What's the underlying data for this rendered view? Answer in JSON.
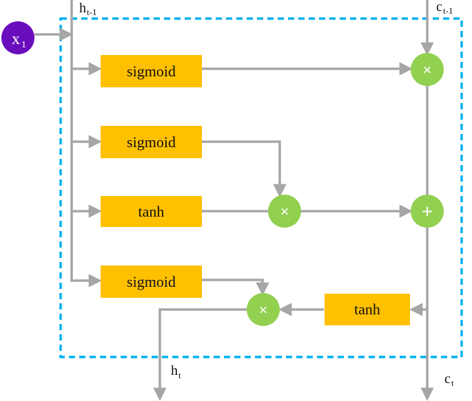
{
  "colors": {
    "gate_box": "#FFC000",
    "op_circle": "#92D050",
    "input_circle": "#6A0DBD",
    "arrow": "#A6A6A6",
    "border": "#00B0F0"
  },
  "labels": {
    "input": "x",
    "input_sub": "1",
    "h_prev": "h",
    "h_prev_sub": "t-1",
    "c_prev": "c",
    "c_prev_sub": "t-1",
    "h_out": "h",
    "h_out_sub": "t",
    "c_out": "c",
    "c_out_sub": "t"
  },
  "gates": {
    "forget": "sigmoid",
    "input": "sigmoid",
    "candidate": "tanh",
    "output": "sigmoid",
    "cell_tanh": "tanh"
  },
  "ops": {
    "forget_mul": "×",
    "input_mul": "×",
    "cell_add": "+",
    "output_mul": "×"
  }
}
